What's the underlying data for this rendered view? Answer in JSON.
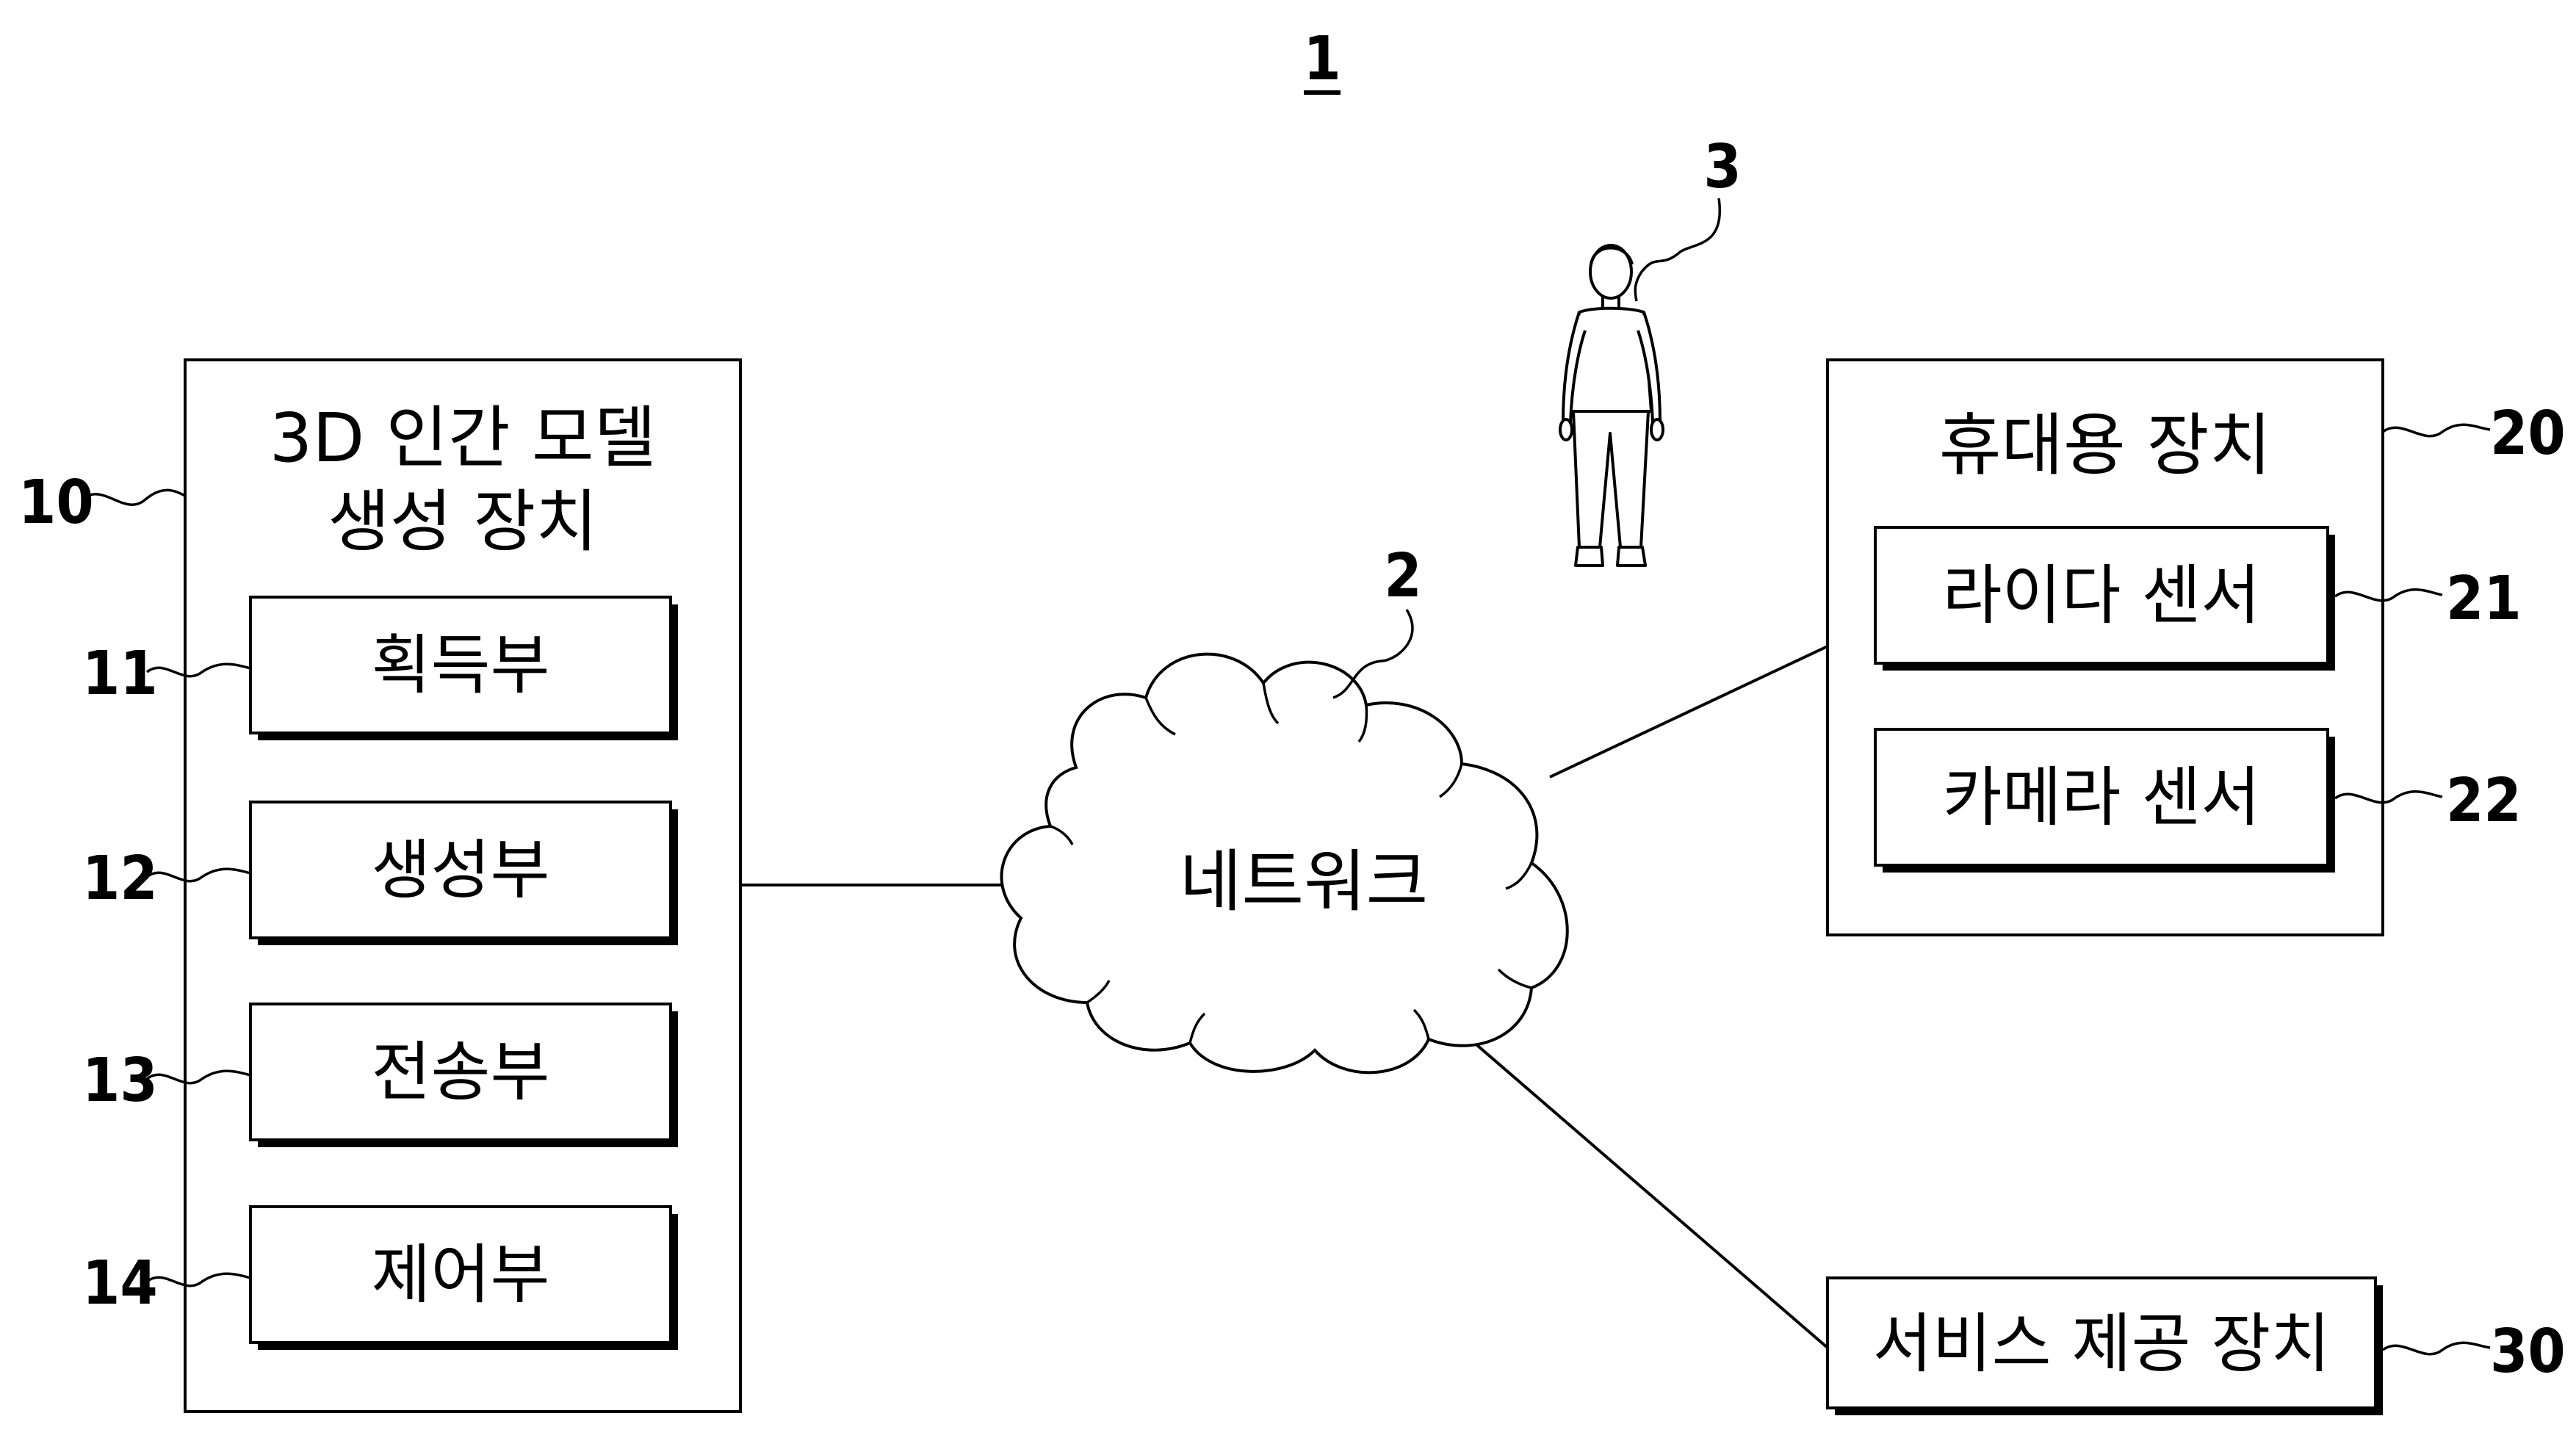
{
  "figure_number": "1",
  "device_3d": {
    "ref": "10",
    "title_line1": "3D 인간 모델",
    "title_line2": "생성 장치",
    "units": [
      {
        "ref": "11",
        "label": "획득부"
      },
      {
        "ref": "12",
        "label": "생성부"
      },
      {
        "ref": "13",
        "label": "전송부"
      },
      {
        "ref": "14",
        "label": "제어부"
      }
    ]
  },
  "network": {
    "ref": "2",
    "label": "네트워크"
  },
  "user": {
    "ref": "3",
    "icon": "person-icon"
  },
  "portable_device": {
    "ref": "20",
    "title": "휴대용 장치",
    "sensors": [
      {
        "ref": "21",
        "label": "라이다 센서"
      },
      {
        "ref": "22",
        "label": "카메라 센서"
      }
    ]
  },
  "service_device": {
    "ref": "30",
    "label": "서비스 제공 장치"
  }
}
